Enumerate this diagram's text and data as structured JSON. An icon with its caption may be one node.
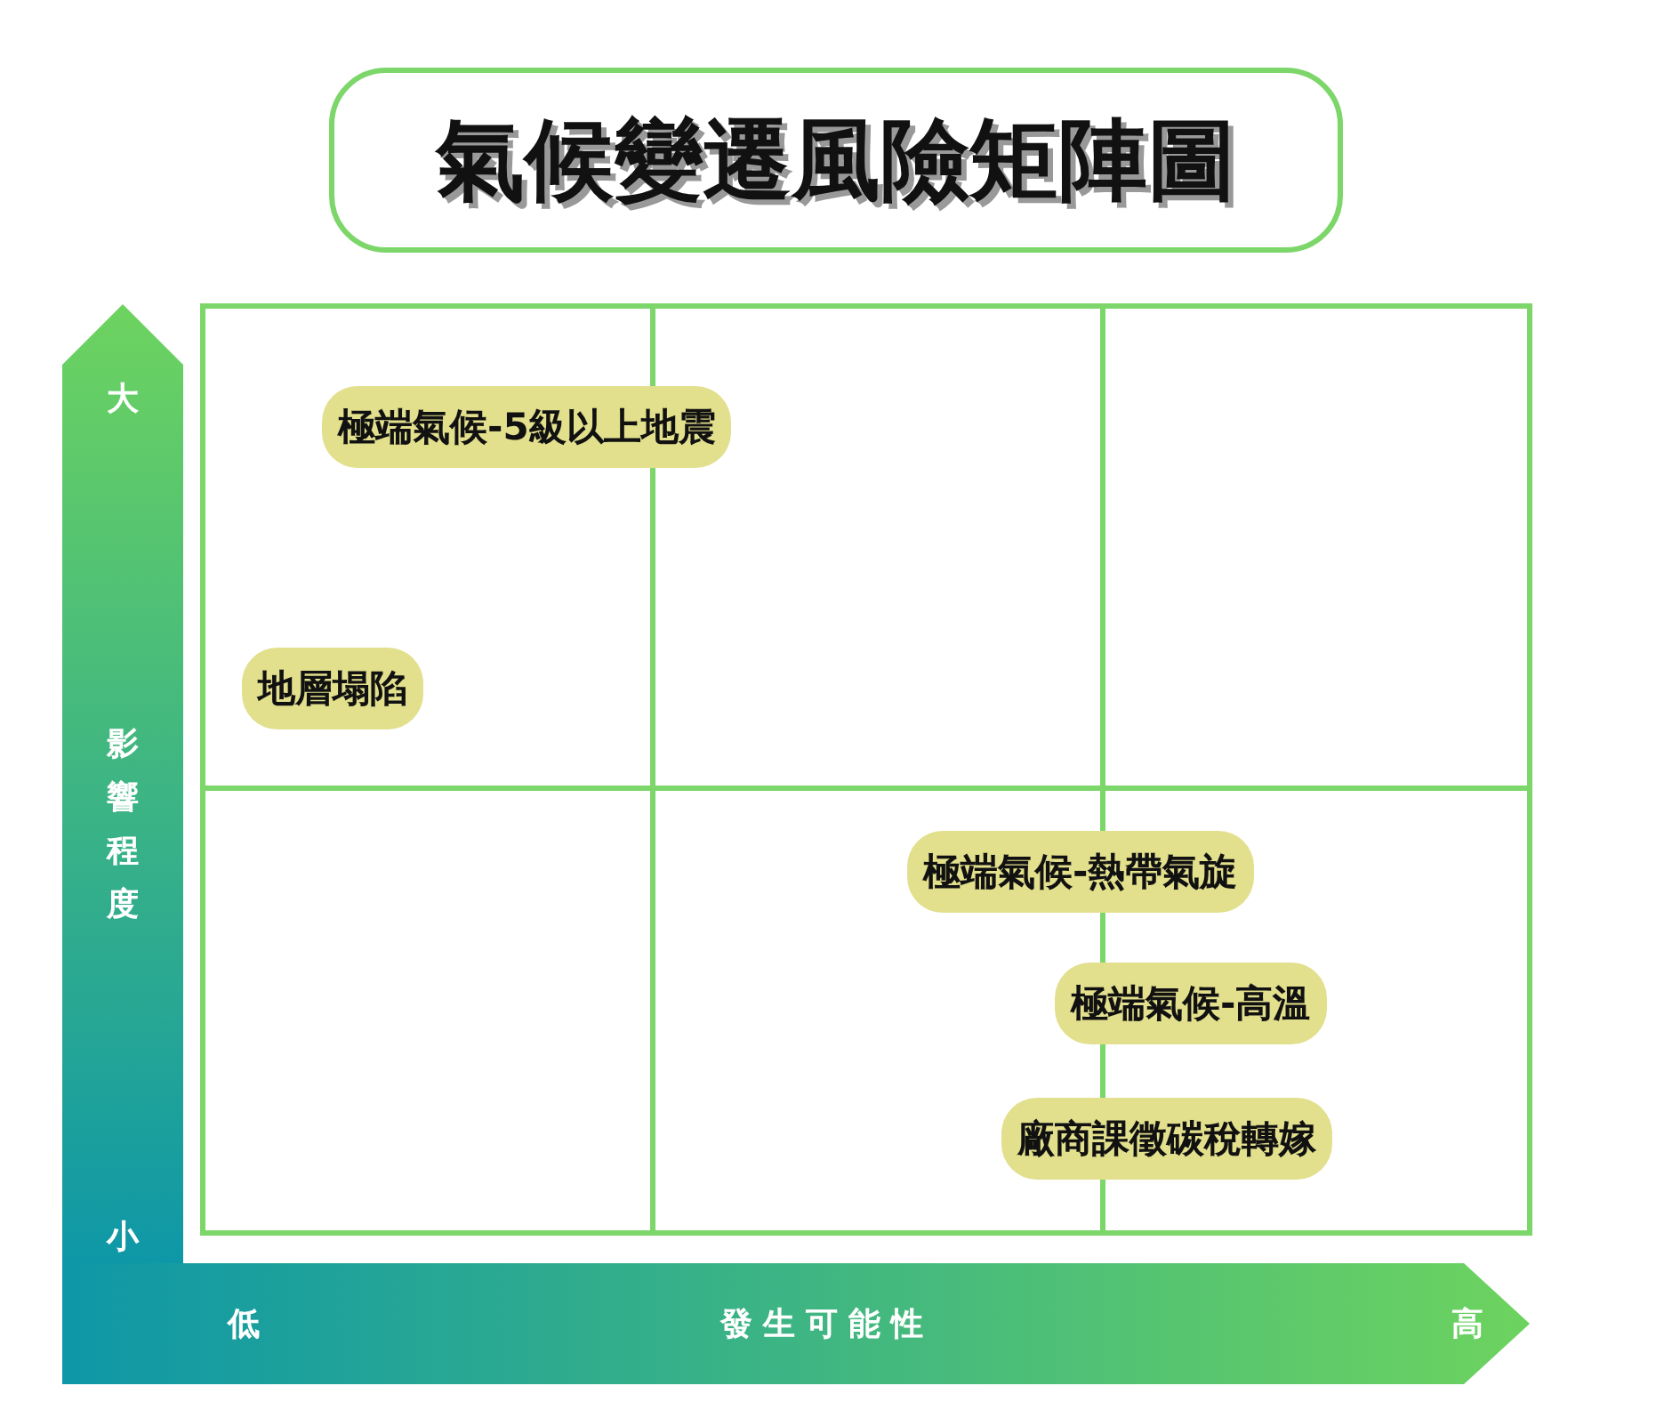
{
  "diagram": {
    "title": "氣候變遷風險矩陣圖",
    "nodes": [
      {
        "text": [
          "極端氣候-5級以上地震"
        ]
      },
      {
        "text": [
          "地層塌陷"
        ]
      },
      {
        "text": [
          "極端氣候-熱帶氣旋"
        ]
      },
      {
        "text": [
          "極端氣候-高溫"
        ]
      },
      {
        "text": [
          "廠商課徵碳稅轉嫁"
        ]
      }
    ],
    "labels": [
      "大",
      "影響程度",
      "小",
      "低",
      "發生可能性",
      "高"
    ]
  }
}
